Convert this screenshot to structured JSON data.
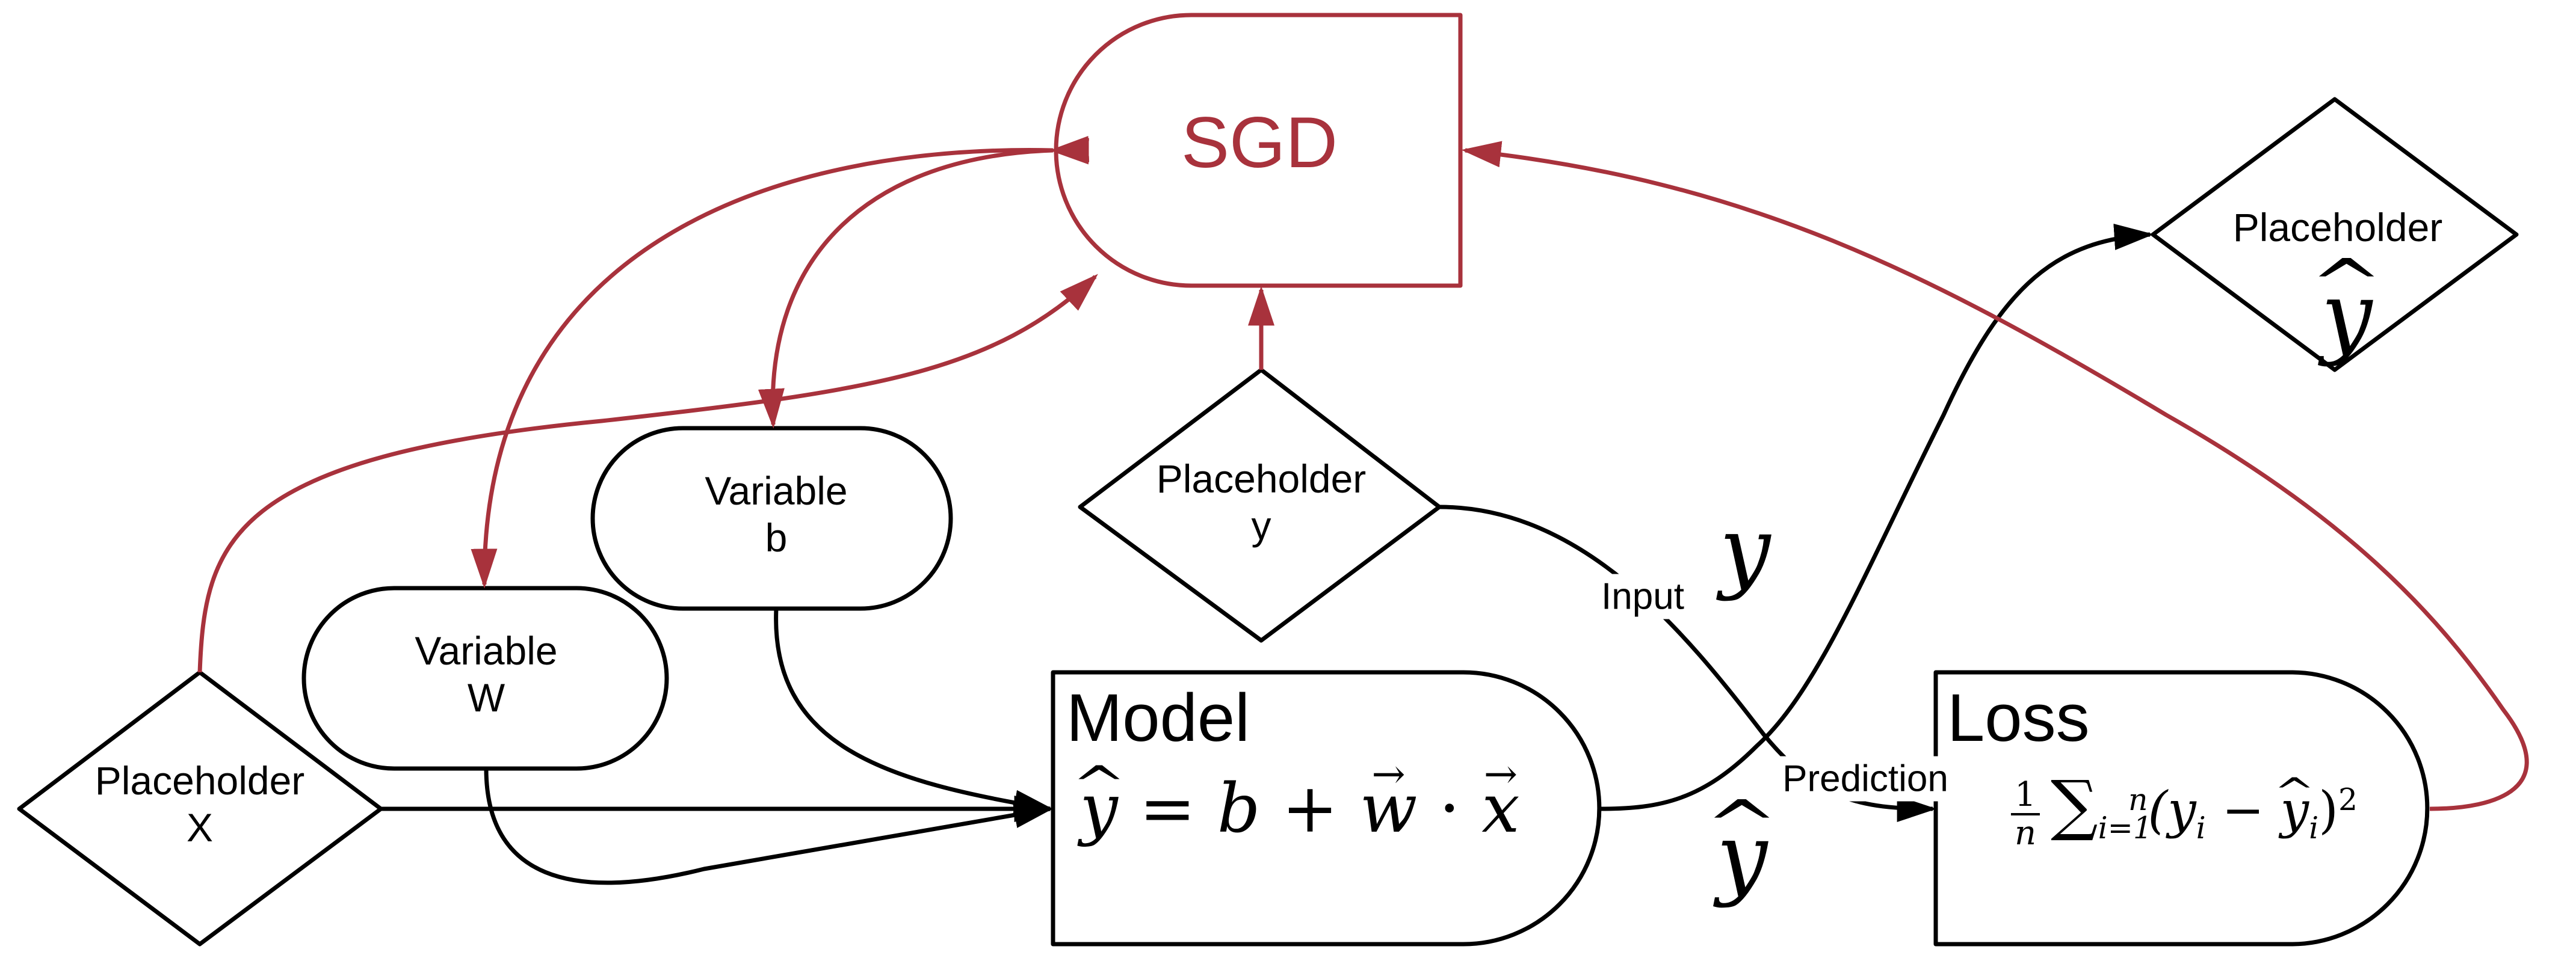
{
  "colors": {
    "stroke": "#000000",
    "accent": "#a8323c",
    "background": "#ffffff"
  },
  "nodes": {
    "sgd": {
      "label": "SGD"
    },
    "placeholder_y_hat": {
      "label": "Placeholder",
      "symbol": "y"
    },
    "placeholder_y": {
      "label_line1": "Placeholder",
      "label_line2": "y"
    },
    "variable_b": {
      "label_line1": "Variable",
      "label_line2": "b"
    },
    "variable_w": {
      "label_line1": "Variable",
      "label_line2": "W"
    },
    "placeholder_x": {
      "label_line1": "Placeholder",
      "label_line2": "X"
    },
    "model": {
      "title": "Model",
      "formula": {
        "y": "y",
        "eq": "=",
        "b": "b",
        "plus": "+",
        "w": "w",
        "dot": "·",
        "x": "x"
      }
    },
    "loss": {
      "title": "Loss",
      "formula": {
        "num": "1",
        "den": "n",
        "sum": "∑",
        "sub": "i=1",
        "sup": "n",
        "open": "(y",
        "sub_i": "i",
        "minus": " − ",
        "yhat": "y",
        "sub_i2": "i",
        "close": ")",
        "pow": "2"
      }
    }
  },
  "edges": {
    "input_label": "Input",
    "prediction_label": "Prediction",
    "y_symbol": "y",
    "y_hat_symbol": "y"
  }
}
